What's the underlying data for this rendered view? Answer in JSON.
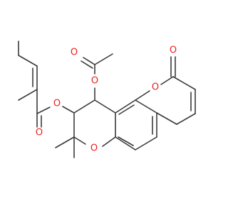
{
  "molecule": {
    "atom_labels": {
      "o_acetyl_ester": "O",
      "o_acetyl_carbonyl": "O",
      "o_lactone_ring": "O",
      "o_lactone_carbonyl": "O",
      "o_angelate_ester": "O",
      "o_angelate_carbonyl": "O",
      "o_pyran_ring": "O"
    },
    "colors": {
      "bond": "#3a3a3a",
      "oxygen": "#e8221e",
      "background": "#ffffff"
    }
  }
}
